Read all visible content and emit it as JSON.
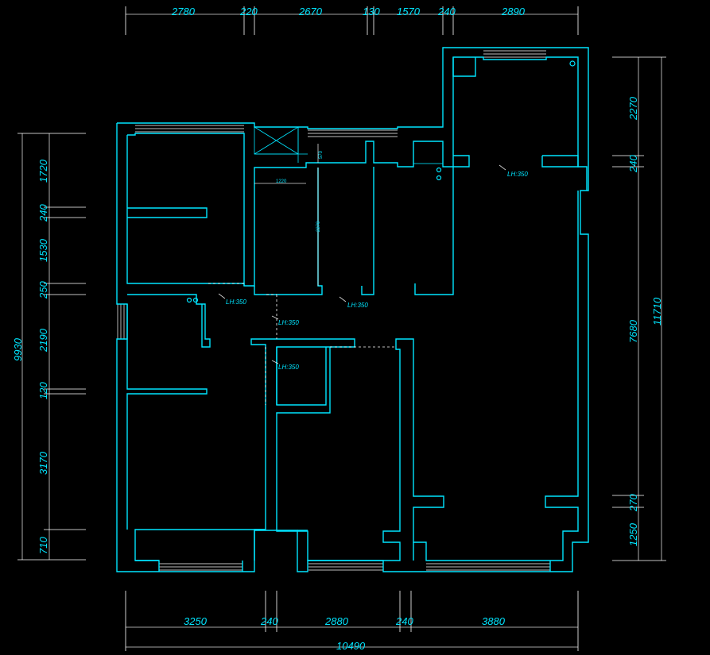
{
  "dimensions": {
    "top": [
      "2780",
      "220",
      "2670",
      "130",
      "1570",
      "240",
      "2890"
    ],
    "bottom": [
      "3250",
      "240",
      "2880",
      "240",
      "3880"
    ],
    "bottom_total": "10490",
    "left": [
      "1720",
      "240",
      "1530",
      "250",
      "2190",
      "120",
      "3170",
      "710"
    ],
    "left_total": "9930",
    "right": [
      "2270",
      "240",
      "7680",
      "270",
      "1250"
    ],
    "right_total": "11710"
  },
  "annotations": {
    "lh_label": "LH:350",
    "inner_width": "1220",
    "inner_height_a": "570",
    "inner_height_b": "2270"
  }
}
